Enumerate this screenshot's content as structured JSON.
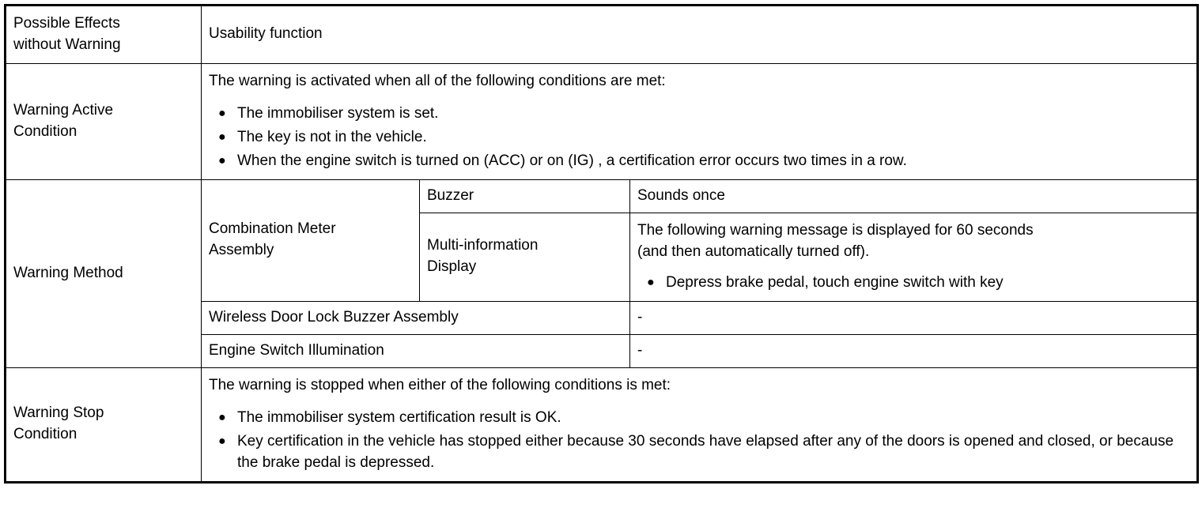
{
  "table": {
    "bullet_glyph": "●",
    "rows": {
      "possible_effects": {
        "label": "Possible Effects\nwithout Warning",
        "value": "Usability function"
      },
      "warning_active_condition": {
        "label": "Warning Active\nCondition",
        "intro": "The warning is activated when all of the following conditions are met:",
        "bullets": [
          "The immobiliser system is set.",
          "The key is not in the vehicle.",
          "When the engine switch is turned on (ACC) or on (IG) , a certification error occurs two times in a row."
        ]
      },
      "warning_method": {
        "label": "Warning Method",
        "combination_meter_assembly": {
          "label": "Combination Meter\nAssembly",
          "sub_rows": [
            {
              "name": "Buzzer",
              "value": "Sounds once"
            },
            {
              "name": "Multi-information\nDisplay",
              "value": "The following warning message is displayed for 60 seconds\n(and then automatically turned off).",
              "bullets": [
                "Depress brake pedal, touch engine switch with key"
              ]
            }
          ]
        },
        "other_rows": [
          {
            "name": "Wireless Door Lock Buzzer Assembly",
            "value": "-"
          },
          {
            "name": "Engine Switch Illumination",
            "value": "-"
          }
        ]
      },
      "warning_stop_condition": {
        "label": "Warning Stop\nCondition",
        "intro": "The warning is stopped when either of the following conditions is met:",
        "bullets": [
          "The immobiliser system certification result is OK.",
          "Key certification in the vehicle has stopped either because 30 seconds have elapsed after any of the doors is opened and closed, or because the brake pedal is depressed."
        ]
      }
    }
  }
}
